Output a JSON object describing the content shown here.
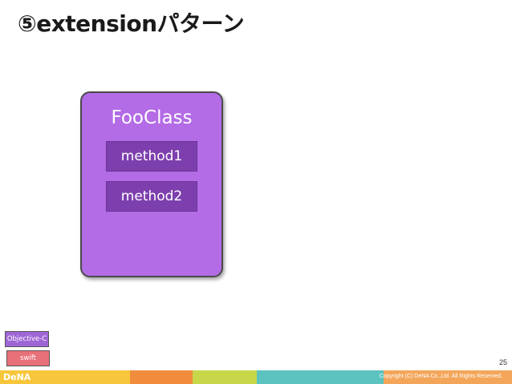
{
  "slide": {
    "title": "⑤extensionパターン",
    "page_number": "25"
  },
  "diagram": {
    "class_name": "FooClass",
    "methods": [
      "method1",
      "method2"
    ]
  },
  "legend": {
    "objc_label": "Objective-C",
    "swift_label": "swift"
  },
  "footer": {
    "logo_text": "DeNA",
    "copyright": "Copyright (C) DeNA Co.,Ltd. All Rights Reserved.",
    "colors": [
      "#f7c63a",
      "#f08c3c",
      "#ea5d5d",
      "#c8d64a",
      "#5cc3c0",
      "#f3a65a"
    ]
  },
  "colors": {
    "class_fill": "#b36be6",
    "method_fill": "#7d3fae",
    "objc": "#9f66d6",
    "swift": "#e87078"
  }
}
